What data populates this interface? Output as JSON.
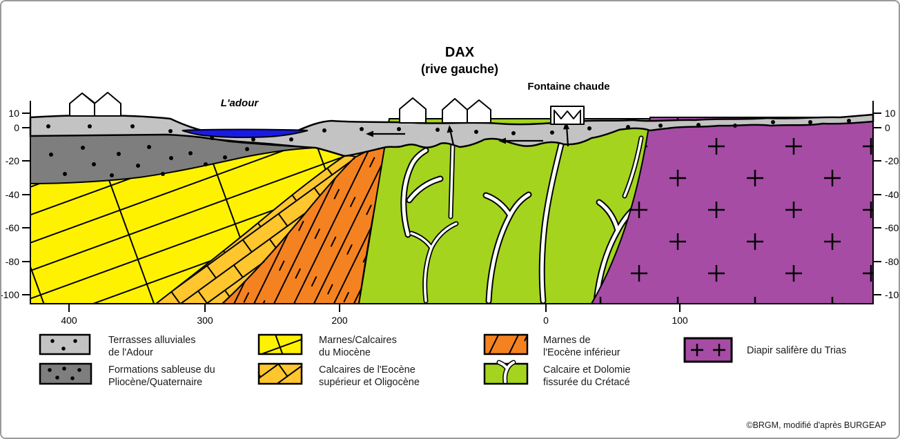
{
  "title": {
    "line1": "DAX",
    "line2": "(rive gauche)"
  },
  "annotations": {
    "river": "L'adour",
    "fountain": "Fontaine chaude"
  },
  "axis": {
    "y_ticks": [
      "10",
      "0",
      "-20",
      "-40",
      "-60",
      "-80",
      "-100"
    ],
    "x_ticks": [
      "400",
      "300",
      "200",
      "0",
      "100"
    ]
  },
  "legend": [
    {
      "line1": "Terrasses alluviales",
      "line2": "de l'Adour"
    },
    {
      "line1": "Formations sableuse du",
      "line2": "Pliocène/Quaternaire"
    },
    {
      "line1": "Marnes/Calcaires",
      "line2": "du Miocène"
    },
    {
      "line1": "Calcaires de l'Eocène",
      "line2": "supérieur et Oligocène"
    },
    {
      "line1": "Marnes de",
      "line2": "l'Eocène inférieur"
    },
    {
      "line1": "Calcaire et Dolomie",
      "line2": "fissurée du Crétacé"
    },
    {
      "line1": "Diapir salifère du Trias",
      "line2": ""
    }
  ],
  "colors": {
    "terrace": "#C3C3C3",
    "sands": "#7E7E7E",
    "miocene": "#FFF200",
    "eocene_sup": "#FFC62E",
    "eocene_inf": "#F58220",
    "cretace": "#A4D41E",
    "trias": "#A64CA4",
    "river": "#1A1AE6"
  },
  "attribution": "©BRGM, modifié d'après BURGEAP"
}
